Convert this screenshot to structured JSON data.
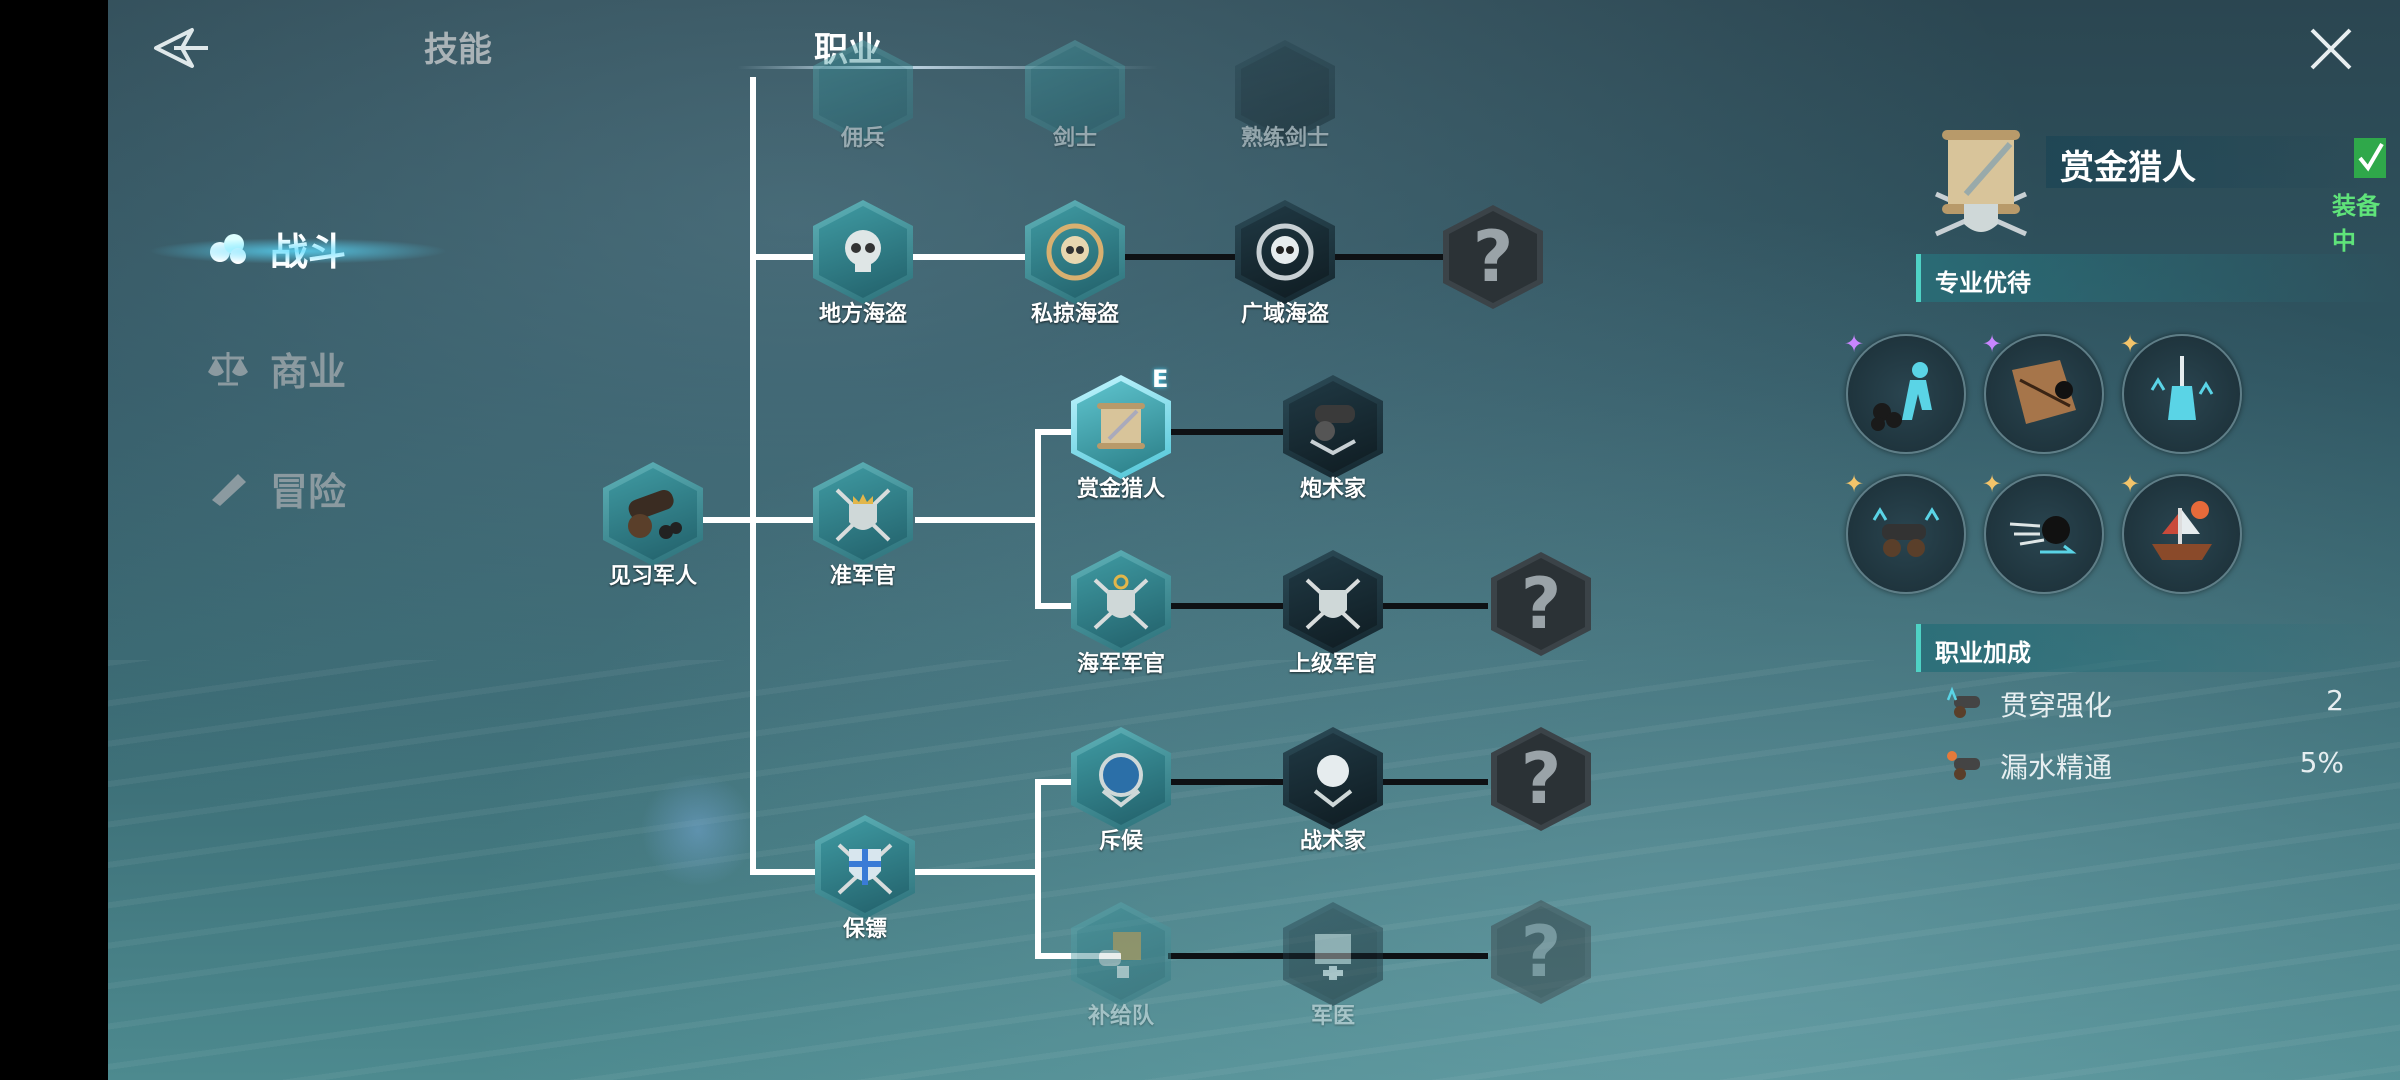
{
  "tabs": {
    "skill": "技能",
    "job": "职业"
  },
  "categories": {
    "battle": "战斗",
    "trade": "商业",
    "adventure": "冒险"
  },
  "tree": {
    "top_row": {
      "a": "佣兵",
      "b": "剑士",
      "c": "熟练剑士"
    },
    "pirate_row": {
      "a": "地方海盗",
      "b": "私掠海盗",
      "c": "广域海盗"
    },
    "root": "见习军人",
    "officer": "准军官",
    "bounty_row": {
      "a": "赏金猎人",
      "b": "炮术家",
      "badge": "E"
    },
    "navy_row": {
      "a": "海军军官",
      "b": "上级军官"
    },
    "guard": "保镖",
    "scout_row": {
      "a": "斥候",
      "b": "战术家"
    },
    "supply_row": {
      "a": "补给队",
      "b": "军医"
    },
    "unknown": "?"
  },
  "panel": {
    "job_name": "赏金猎人",
    "equipped": "装备中",
    "perks_title": "专业优待",
    "bonus_title": "职业加成",
    "bonuses": [
      {
        "name": "贯穿强化",
        "value": "2"
      },
      {
        "name": "漏水精通",
        "value": "5%"
      }
    ]
  },
  "colors": {
    "accent": "#4fd2c5",
    "equipped": "#5fe37a",
    "spark_purple": "#c986ff",
    "spark_gold": "#f3c46a"
  }
}
